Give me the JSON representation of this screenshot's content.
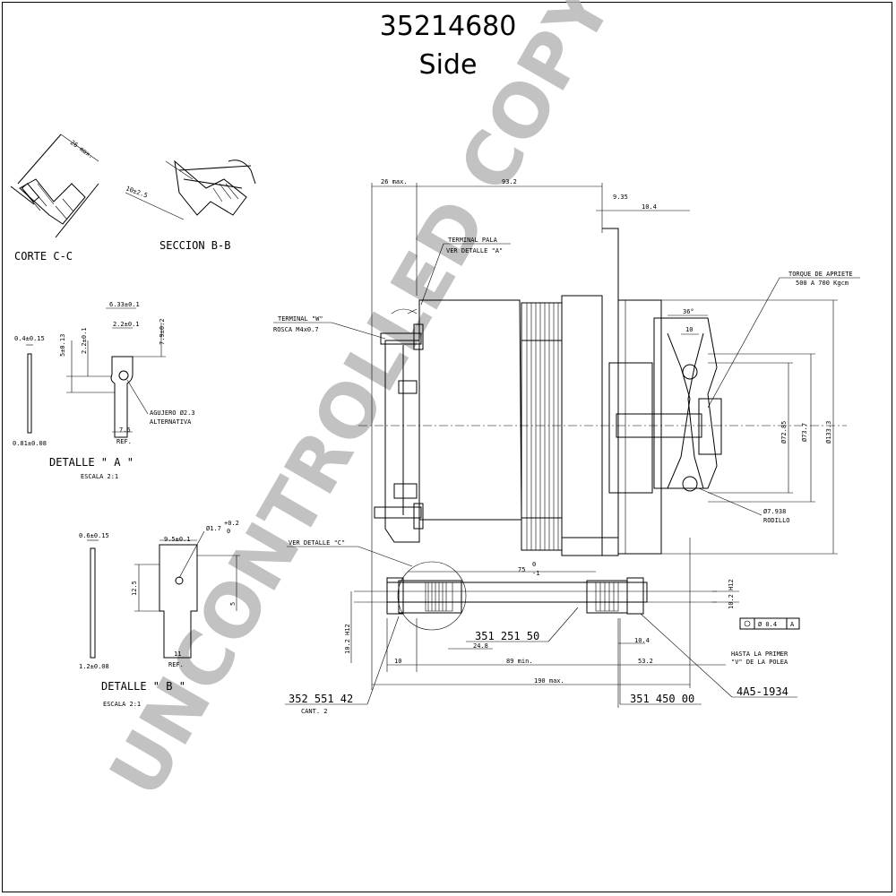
{
  "title": {
    "part_number": "35214680",
    "view": "Side"
  },
  "watermark": "UNCONTROLLED COPY",
  "sections": {
    "corte_cc": "CORTE C-C",
    "seccion_bb": "SECCION B-B",
    "dim_26max_small": "26 max.",
    "dim_10_25": "10±2.5"
  },
  "detalle_a": {
    "title": "DETALLE \" A \"",
    "scale": "ESCALA 2:1",
    "dims": {
      "d_04": "0.4±0.15",
      "d_081": "0.81±0.08",
      "d_633": "6.33±0.1",
      "d_22": "2.2±0.1",
      "d_5": "5±0.13",
      "d_22v": "2.2±0.1",
      "d_79": "7.9±0.2",
      "d_76": "7.6",
      "ref": "REF."
    },
    "agujero": "AGUJERO Ø2.3",
    "alternativa": "ALTERNATIVA"
  },
  "detalle_b": {
    "title": "DETALLE \" B \"",
    "scale": "ESCALA 2:1",
    "dims": {
      "d_06": "0.6±0.15",
      "d_12": "1.2±0.08",
      "d_95": "9.5±0.1",
      "d_17": "Ø1.7",
      "d_17_tol_up": "+0.2",
      "d_17_tol_dn": "0",
      "d_125": "12.5",
      "d_5": "5",
      "d_11": "11",
      "ref": "REF."
    }
  },
  "main": {
    "d_26max": "26 max.",
    "d_932": "93.2",
    "d_935": "9.35",
    "d_104_top": "10.4",
    "terminal_pala": "TERMINAL PALA",
    "ver_detalle_a": "VER DETALLE \"A\"",
    "terminal_w": "TERMINAL \"W\"",
    "rosca": "ROSCA M4x0.7",
    "torque": "TORQUE DE APRIETE",
    "torque_val": "500 A 700 Kgcm",
    "d_36": "36°",
    "d_10": "10",
    "d_7285": "Ø72.85",
    "d_737": "Ø73.7",
    "d_1333": "Ø133.3",
    "d_7938": "Ø7.938",
    "rodillo": "RODILLO",
    "ver_detalle_c": "VER DETALLE \"C\"",
    "d_75": "75",
    "d_75_tol_up": "0",
    "d_75_tol_dn": "-1",
    "d_102_right": "10.2 H12",
    "d_102_left": "10.2 H12",
    "tol_symbol": "Ø 0.4",
    "tol_ref": "A",
    "part_351_251": "351 251 50",
    "d_248": "24.8",
    "d_104_bot": "10.4",
    "d_10_bot": "10",
    "d_89min": "89 min.",
    "d_532": "53.2",
    "hasta": "HASTA LA PRIMER",
    "hasta2": "\"V\" DE LA POLEA",
    "d_190max": "190 max.",
    "part_352": "352 551 42",
    "cant": "CANT. 2",
    "part_351_450": "351 450 00",
    "part_4a5": "4A5-1934"
  }
}
